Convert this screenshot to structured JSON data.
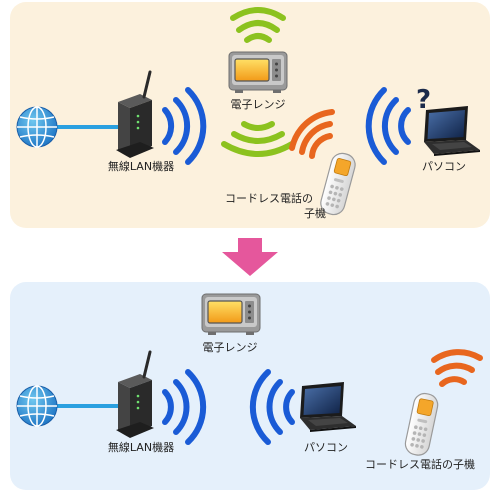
{
  "before": {
    "router_label": "無線LAN機器",
    "microwave_label": "電子レンジ",
    "phone_label_line1": "コードレス電話の",
    "phone_label_line2": "子機",
    "pc_label": "パソコン",
    "question_mark": "?"
  },
  "after": {
    "router_label": "無線LAN機器",
    "microwave_label": "電子レンジ",
    "pc_label": "パソコン",
    "phone_label": "コードレス電話の子機"
  },
  "colors": {
    "panel_before": "#fcf1dd",
    "panel_after": "#e5f0fb",
    "wifi_blue": "#1a5bd6",
    "wave_green": "#8cc21f",
    "wave_orange": "#e8661e",
    "arrow_pink": "#e5579c",
    "cable_blue": "#2aa0e0"
  },
  "icons": {
    "globe": "globe-icon",
    "router": "wireless-router-icon",
    "microwave": "microwave-icon",
    "cordless_phone": "cordless-phone-handset-icon",
    "laptop": "laptop-icon",
    "arrow": "arrow-down-icon"
  }
}
